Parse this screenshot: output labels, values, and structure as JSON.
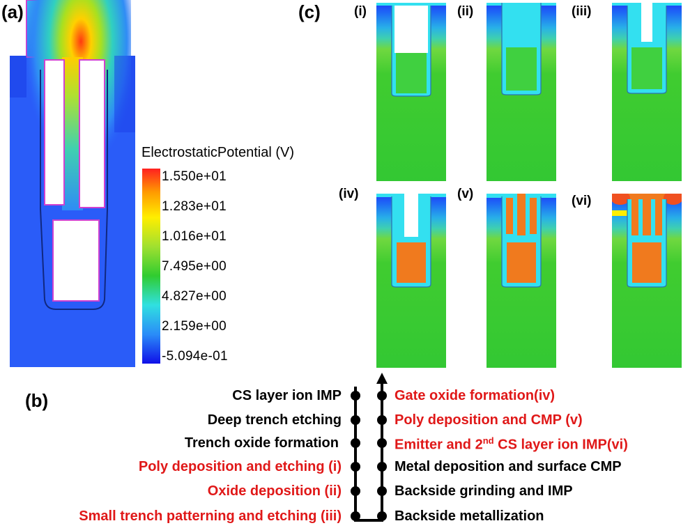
{
  "panels": {
    "a": "(a)",
    "b": "(b)",
    "c": "(c)"
  },
  "subpanels": [
    "(i)",
    "(ii)",
    "(iii)",
    "(iv)",
    "(v)",
    "(vi)"
  ],
  "colorbar": {
    "title": "ElectrostaticPotential (V)",
    "ticks": [
      "1.550e+01",
      "1.283e+01",
      "1.016e+01",
      "7.495e+00",
      "4.827e+00",
      "2.159e+00",
      "-5.094e-01"
    ]
  },
  "flow": {
    "left": [
      {
        "text": "CS layer ion IMP",
        "color": "#000000"
      },
      {
        "text": "Deep trench etching",
        "color": "#000000"
      },
      {
        "text": "Trench oxide formation",
        "color": "#000000"
      },
      {
        "text": "Poly deposition and etching (i)",
        "color": "#e01818"
      },
      {
        "text": "Oxide deposition (ii)",
        "color": "#e01818"
      },
      {
        "text": "Small trench patterning and etching (iii)",
        "color": "#e01818"
      }
    ],
    "right": [
      {
        "text": "Gate oxide formation(iv)",
        "color": "#e01818"
      },
      {
        "text": "Poly deposition and CMP (v)",
        "color": "#e01818"
      },
      {
        "text": "Emitter and 2",
        "sup": "nd",
        "rest": " CS layer ion IMP(vi)",
        "color": "#e01818"
      },
      {
        "text": "Metal deposition and surface CMP",
        "color": "#000000"
      },
      {
        "text": "Backside grinding and IMP",
        "color": "#000000"
      },
      {
        "text": "Backside metallization",
        "color": "#000000"
      }
    ]
  },
  "colors": {
    "silicon_green": "#33cc33",
    "oxide_cyan": "#33e0f0",
    "poly_orange": "#f07a1e",
    "deep_blue": "#1e50ff",
    "red_text": "#e01818"
  }
}
